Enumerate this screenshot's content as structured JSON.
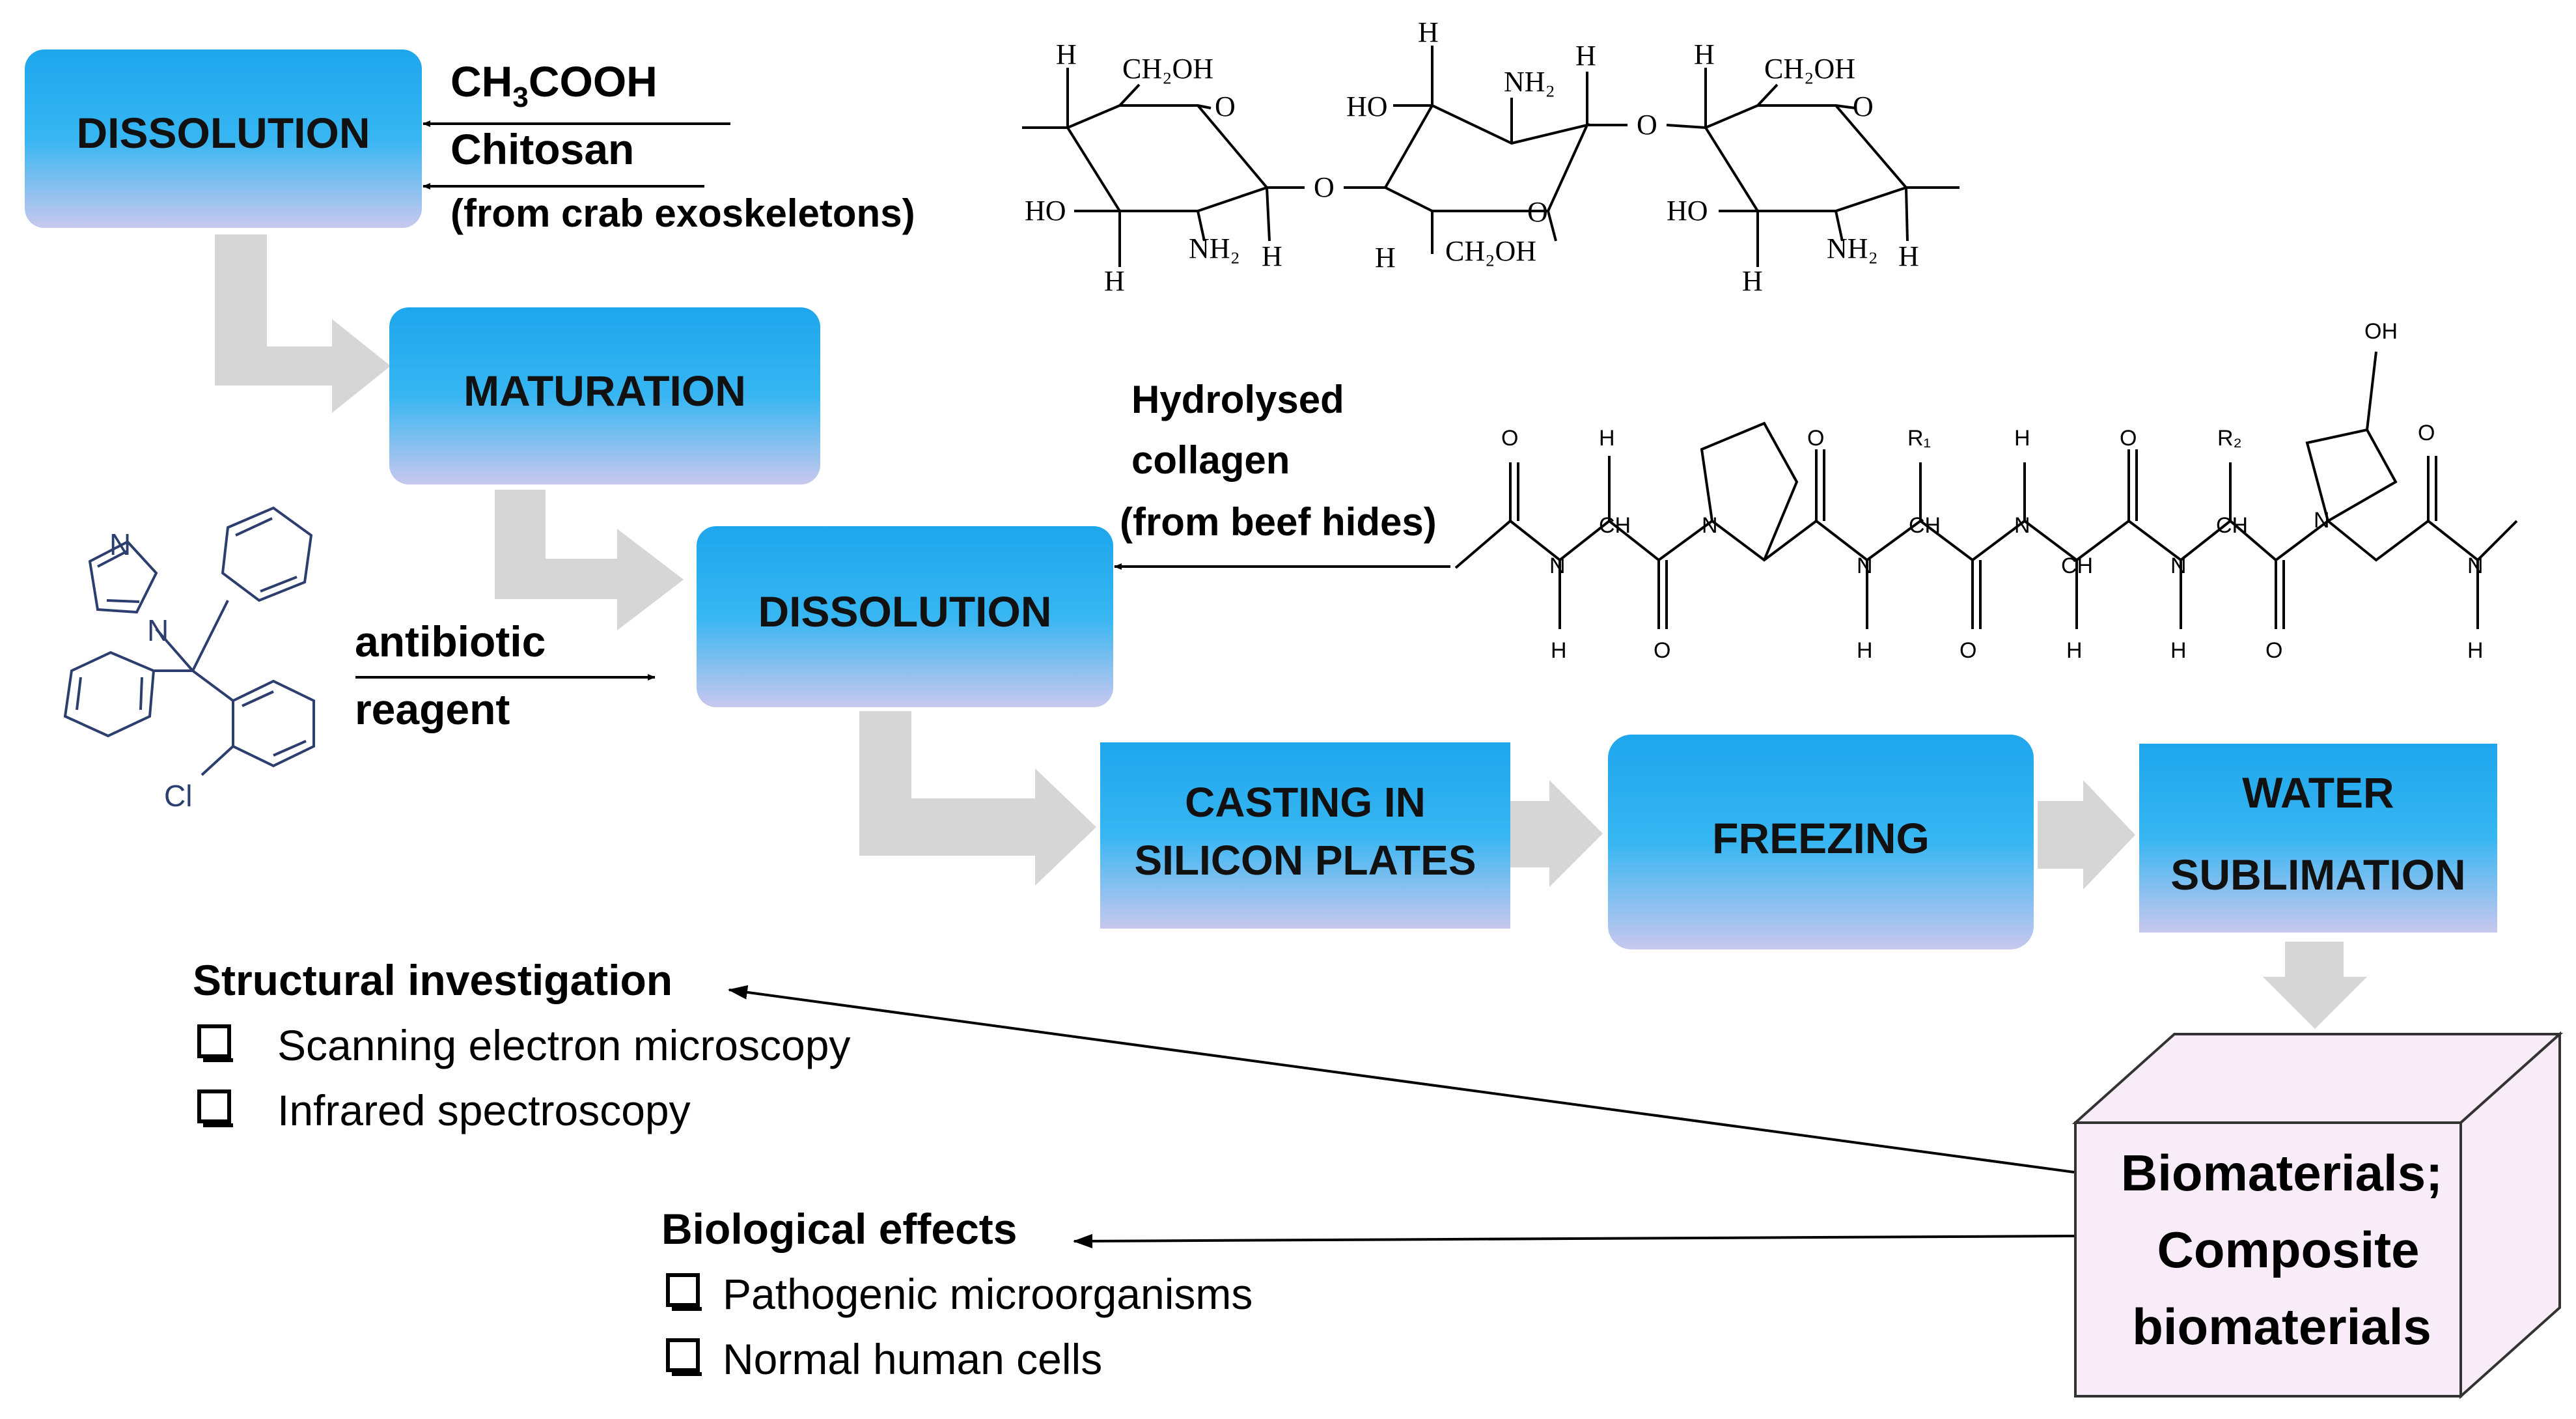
{
  "process": {
    "dissolution1": "DISSOLUTION",
    "maturation": "MATURATION",
    "dissolution2": "DISSOLUTION",
    "casting_line1": "CASTING IN",
    "casting_line2": "SILICON PLATES",
    "freezing": "FREEZING",
    "sublimation_line1": "WATER",
    "sublimation_line2": "SUBLIMATION"
  },
  "inputs": {
    "acetic_main": "CH",
    "acetic_sub": "3",
    "acetic_rest": "COOH",
    "chitosan": "Chitosan",
    "chitosan_source": "(from crab exoskeletons)",
    "collagen_line1": "Hydrolysed",
    "collagen_line2": "collagen",
    "collagen_source": "(from beef hides)",
    "antibiotic_line1": "antibiotic",
    "antibiotic_line2": "reagent"
  },
  "product": {
    "line1": "Biomaterials;",
    "line2": "Composite",
    "line3": "biomaterials"
  },
  "structural": {
    "heading": "Structural investigation",
    "items": [
      "Scanning electron microscopy",
      "Infrared spectroscopy"
    ]
  },
  "biological": {
    "heading": "Biological effects",
    "items": [
      "Pathogenic microorganisms",
      "Normal human cells"
    ]
  },
  "chitosan_structure": {
    "h": "H",
    "ch2oh": "CH₂OH",
    "o": "O",
    "ho": "HO",
    "nh2": "NH₂"
  },
  "collagen_structure": {
    "o": "O",
    "h": "H",
    "ch": "CH",
    "n": "N",
    "r1": "R₁",
    "r2": "R₂",
    "oh": "OH"
  },
  "clotrimazole": {
    "n": "N",
    "cl": "Cl"
  },
  "colors": {
    "box_top": "#1ea6ec",
    "box_bottom": "#c8c8ee",
    "flow_arrow": "#d6d6d6",
    "cube_face": "#f7ecf7",
    "molecule_blue": "#2c3e6e"
  }
}
